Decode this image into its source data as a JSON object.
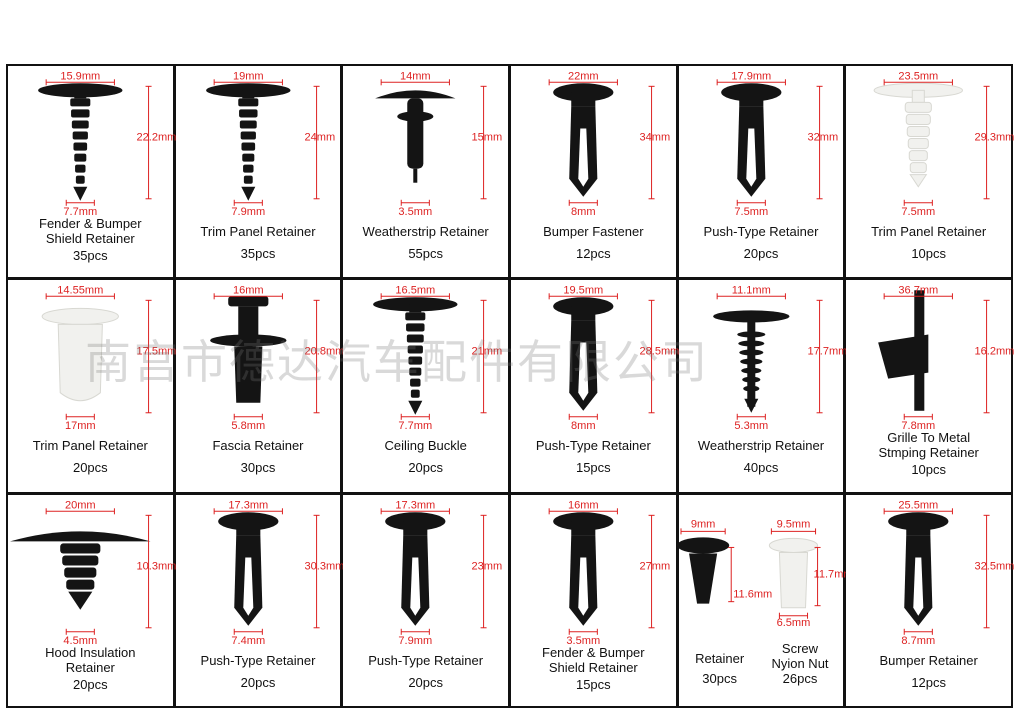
{
  "watermark": "南宫市德达汽车配件有限公司",
  "cells": [
    {
      "name": "Fender & Bumper\nShield Retainer",
      "count": "35pcs",
      "dims": [
        "15.9mm",
        "22.2mm",
        "7.7mm"
      ],
      "style": "bushing"
    },
    {
      "name": "Trim Panel  Retainer",
      "count": "35pcs",
      "dims": [
        "19mm",
        "24mm",
        "7.9mm"
      ],
      "style": "fir"
    },
    {
      "name": "Weatherstrip Retainer",
      "count": "55pcs",
      "dims": [
        "14mm",
        "15mm",
        "3.5mm"
      ],
      "style": "weather"
    },
    {
      "name": "Bumper Fastener",
      "count": "12pcs",
      "dims": [
        "22mm",
        "34mm",
        "8mm"
      ],
      "style": "push"
    },
    {
      "name": "Push-Type Retainer",
      "count": "20pcs",
      "dims": [
        "17.9mm",
        "32mm",
        "7.5mm"
      ],
      "style": "push"
    },
    {
      "name": "Trim Panel Retainer",
      "count": "10pcs",
      "dims": [
        "23.5mm",
        "29.3mm",
        "7.5mm"
      ],
      "style": "white"
    },
    {
      "name": "Trim Panel  Retainer",
      "count": "20pcs",
      "dims": [
        "14.55mm",
        "17.5mm",
        "17mm"
      ],
      "style": "whiteclip"
    },
    {
      "name": "Fascia Retainer",
      "count": "30pcs",
      "dims": [
        "16mm",
        "20.8mm",
        "5.8mm"
      ],
      "style": "fascia"
    },
    {
      "name": "Ceiling Buckle",
      "count": "20pcs",
      "dims": [
        "16.5mm",
        "21mm",
        "7.7mm"
      ],
      "style": "fir"
    },
    {
      "name": "Push-Type Retainer",
      "count": "15pcs",
      "dims": [
        "19.5mm",
        "28.5mm",
        "8mm"
      ],
      "style": "push"
    },
    {
      "name": "Weatherstrip Retainer",
      "count": "40pcs",
      "dims": [
        "11.1mm",
        "17.7mm",
        "5.3mm"
      ],
      "style": "spring"
    },
    {
      "name": "Grille To Metal\nStmping Retainer",
      "count": "10pcs",
      "dims": [
        "36.7mm",
        "16.2mm",
        "7.8mm"
      ],
      "style": "grille"
    },
    {
      "name": "Hood Insulation\nRetainer",
      "count": "20pcs",
      "dims": [
        "20mm",
        "10.3mm",
        "4.5mm"
      ],
      "style": "hood"
    },
    {
      "name": "Push-Type Retainer",
      "count": "20pcs",
      "dims": [
        "17.3mm",
        "30.3mm",
        "7.4mm"
      ],
      "style": "push"
    },
    {
      "name": "Push-Type Retainer",
      "count": "20pcs",
      "dims": [
        "17.3mm",
        "23mm",
        "7.9mm"
      ],
      "style": "push"
    },
    {
      "name": "Fender & Bumper\nShield Retainer",
      "count": "15pcs",
      "dims": [
        "16mm",
        "27mm",
        "3.5mm"
      ],
      "style": "push"
    },
    {
      "name": "Retainer",
      "count": "30pcs",
      "name2": "Screw\nNyion Nut",
      "count2": "26pcs",
      "dims": [
        "9mm",
        "11.6mm",
        "9.5mm",
        "11.7mm",
        "6.5mm"
      ],
      "style": "double"
    },
    {
      "name": "Bumper Retainer",
      "count": "12pcs",
      "dims": [
        "25.5mm",
        "32.5mm",
        "8.7mm"
      ],
      "style": "push"
    }
  ]
}
